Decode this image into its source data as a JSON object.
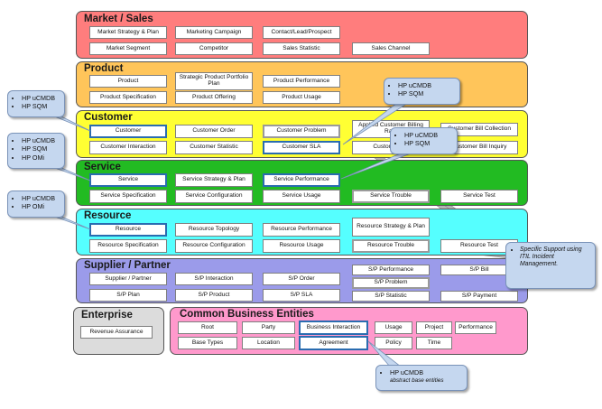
{
  "domains": {
    "market": {
      "title": "Market / Sales",
      "color": "#ff7d7d",
      "boxes": [
        "Market Strategy & Plan",
        "Marketing Campaign",
        "Contact/Lead/Prospect",
        "Market Segment",
        "Competitor",
        "Sales Statistic",
        "Sales Channel"
      ]
    },
    "product": {
      "title": "Product",
      "color": "#ffc55a",
      "boxes": [
        "Product",
        "Strategic Product Portfolio Plan",
        "Product Performance",
        "Product Specification",
        "Product Offering",
        "Product Usage"
      ]
    },
    "customer": {
      "title": "Customer",
      "color": "#ffff33",
      "boxes": [
        "Customer",
        "Customer Order",
        "Customer Problem",
        "Applied Customer Billing Rate",
        "Customer Bill Collection",
        "Customer Interaction",
        "Customer Statistic",
        "Customer SLA",
        "Customer Bill",
        "Customer Bill Inquiry"
      ]
    },
    "service": {
      "title": "Service",
      "color": "#22bb22",
      "boxes": [
        "Service",
        "Service Strategy & Plan",
        "Service Performance",
        "Service Specification",
        "Service Configuration",
        "Service Usage",
        "Service Trouble",
        "Service Test"
      ]
    },
    "resource": {
      "title": "Resource",
      "color": "#55ffff",
      "boxes": [
        "Resource",
        "Resource Topology",
        "Resource Performance",
        "Resource Strategy & Plan",
        "Resource Specification",
        "Resource Configuration",
        "Resource Usage",
        "Resource Trouble",
        "Resource Test"
      ]
    },
    "supplier": {
      "title": "Supplier / Partner",
      "color": "#9b9bea",
      "boxes": [
        "Supplier / Partner",
        "S/P Interaction",
        "S/P Order",
        "S/P Performance",
        "S/P Bill",
        "S/P Problem",
        "S/P Plan",
        "S/P Product",
        "S/P SLA",
        "S/P Statistic",
        "S/P Payment"
      ]
    },
    "enterprise": {
      "title": "Enterprise",
      "color": "#dcdcdc",
      "boxes": [
        "Revenue Assurance"
      ]
    },
    "cbe": {
      "title": "Common Business Entities",
      "color": "#ff99cc",
      "boxes": [
        "Root",
        "Party",
        "Business Interaction",
        "Usage",
        "Project",
        "Performance",
        "Base Types",
        "Location",
        "Agreement",
        "Policy",
        "Time"
      ]
    }
  },
  "callouts": {
    "customer": [
      "HP uCMDB",
      "HP SQM"
    ],
    "service": [
      "HP uCMDB",
      "HP SQM",
      "HP OMi"
    ],
    "resource": [
      "HP uCMDB",
      "HP OMi"
    ],
    "product_area": [
      "HP uCMDB",
      "HP SQM"
    ],
    "customer_bill": [
      "HP uCMDB",
      "HP SQM"
    ],
    "support": [
      "Specific Support using ITIL Incident Management."
    ],
    "cbe": {
      "title": "HP uCMDB",
      "sub": "abstract base entities"
    }
  },
  "colors": {
    "highlight_blue": "#2a6cb0",
    "highlight_gray": "#9a9a9a",
    "callout_fill": "#c5d7ef"
  }
}
